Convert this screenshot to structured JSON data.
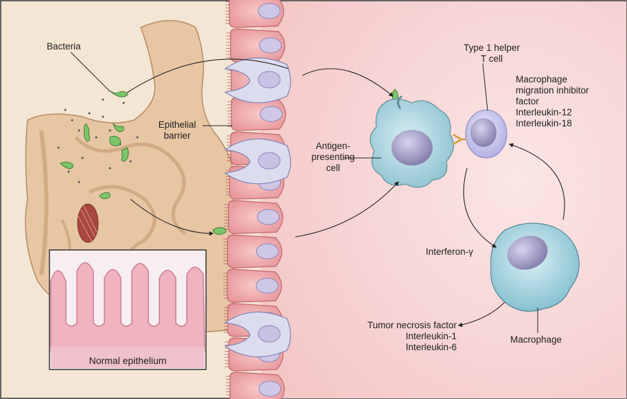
{
  "labels": {
    "bacteria": "Bacteria",
    "epithelial_barrier": [
      "Epithelial",
      "barrier"
    ],
    "antigen_presenting_cell": [
      "Antigen-",
      "presenting",
      "cell"
    ],
    "type1_helper": [
      "Type 1 helper",
      "T cell"
    ],
    "t_cell_factors": [
      "Macrophage",
      "migration inhibitor",
      "factor",
      "Interleukin-12",
      "Interleukin-18"
    ],
    "interferon": "Interferon-γ",
    "macrophage_outputs": [
      "Tumor necrosis factor",
      "Interleukin-1",
      "Interleukin-6"
    ],
    "macrophage": "Macrophage",
    "normal_epithelium": "Normal epithelium"
  },
  "colors": {
    "lumen_background": "#f3e7d6",
    "tissue_background": "#f6d4d2",
    "epithelial_cell": "#f1aeb0",
    "epithelial_nucleus": "#cfc7e6",
    "bacteria": "#7bc66a",
    "antigen_presenting_cell": "#a9d3de",
    "t_cell": "#c9c6ee",
    "macrophage": "#a8d6e2",
    "intestine": "#e7c6a4"
  }
}
